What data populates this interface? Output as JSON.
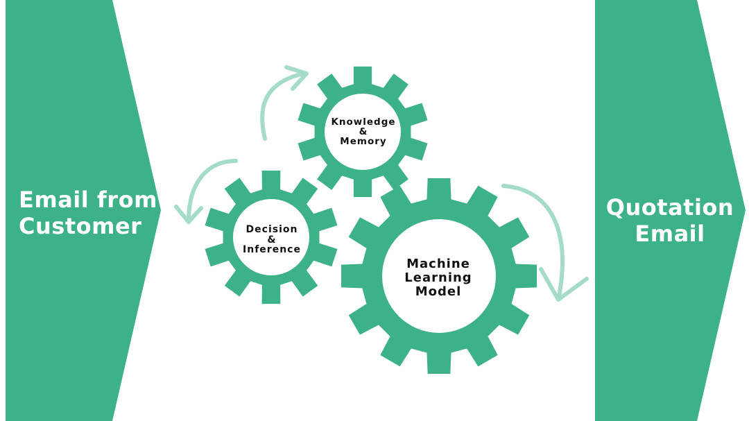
{
  "colors": {
    "primary": "#3db287",
    "arrow": "#a5dcc7",
    "background": "#ffffff",
    "gear_label": "#111111",
    "banner_label": "#ffffff"
  },
  "input_banner": {
    "line1": "Email from",
    "line2": "Customer"
  },
  "output_banner": {
    "line1": "Quotation",
    "line2": "Email"
  },
  "gears": {
    "knowledge": {
      "line1": "Knowledge",
      "line2": "&",
      "line3": "Memory"
    },
    "decision": {
      "line1": "Decision",
      "line2": "&",
      "line3": "Inference"
    },
    "ml": {
      "line1": "Machine",
      "line2": "Learning",
      "line3": "Model"
    }
  }
}
